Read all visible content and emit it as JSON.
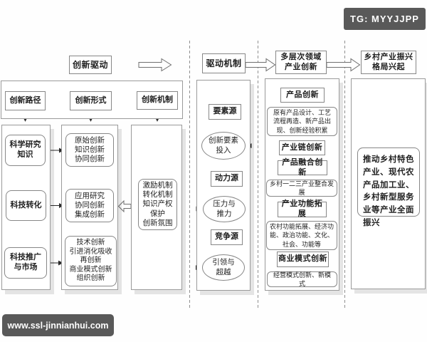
{
  "watermarks": {
    "telegram": "TG: MYYJJPP",
    "website": "www.ssl-jinnianhui.com"
  },
  "stages": {
    "stage1": "创新驱动",
    "stage2": "驱动机制",
    "stage3": "多层次领域\n产业创新",
    "stage4": "乡村产业振兴\n格局兴起"
  },
  "innovation": {
    "headers": [
      "创新路径",
      "创新形式",
      "创新机制"
    ],
    "path": [
      "科学研究\n知识",
      "科技转化",
      "科技推广\n与市场"
    ],
    "forms": [
      "原始创新\n知识创新\n协同创新",
      "应用研究\n协同创新\n集成创新",
      "技术创新\n引进消化吸收\n再创新\n商业模式创新\n组织创新"
    ],
    "mechanism": "激励机制\n转化机制\n知识产权\n保护\n创新氛围"
  },
  "drive": {
    "sources": [
      "要素源",
      "动力源",
      "竞争源"
    ],
    "ovals": [
      "创新要素\n投入",
      "压力与\n推力",
      "引领与\n超越"
    ]
  },
  "industry": {
    "product_label": "产品创新",
    "product_desc": "原有产品设计、工艺流程再造、新产品出现、创新经验积累",
    "chain_label": "产业链创新",
    "fusion_label": "产品融合创新",
    "fusion_desc": "乡村一二三产业整合发展",
    "function_label": "产业功能拓展",
    "function_desc": "农村功能拓展、经济功能、政治功能、文化、社会、功能等",
    "business_label": "商业模式创新",
    "business_desc": "经营模式创新、新模式"
  },
  "result": {
    "text": "推动乡村特色产业、现代农产品加工业、乡村新型服务业等产业全面振兴"
  },
  "colors": {
    "border": "#878787",
    "watermark_bg": "#595959"
  }
}
